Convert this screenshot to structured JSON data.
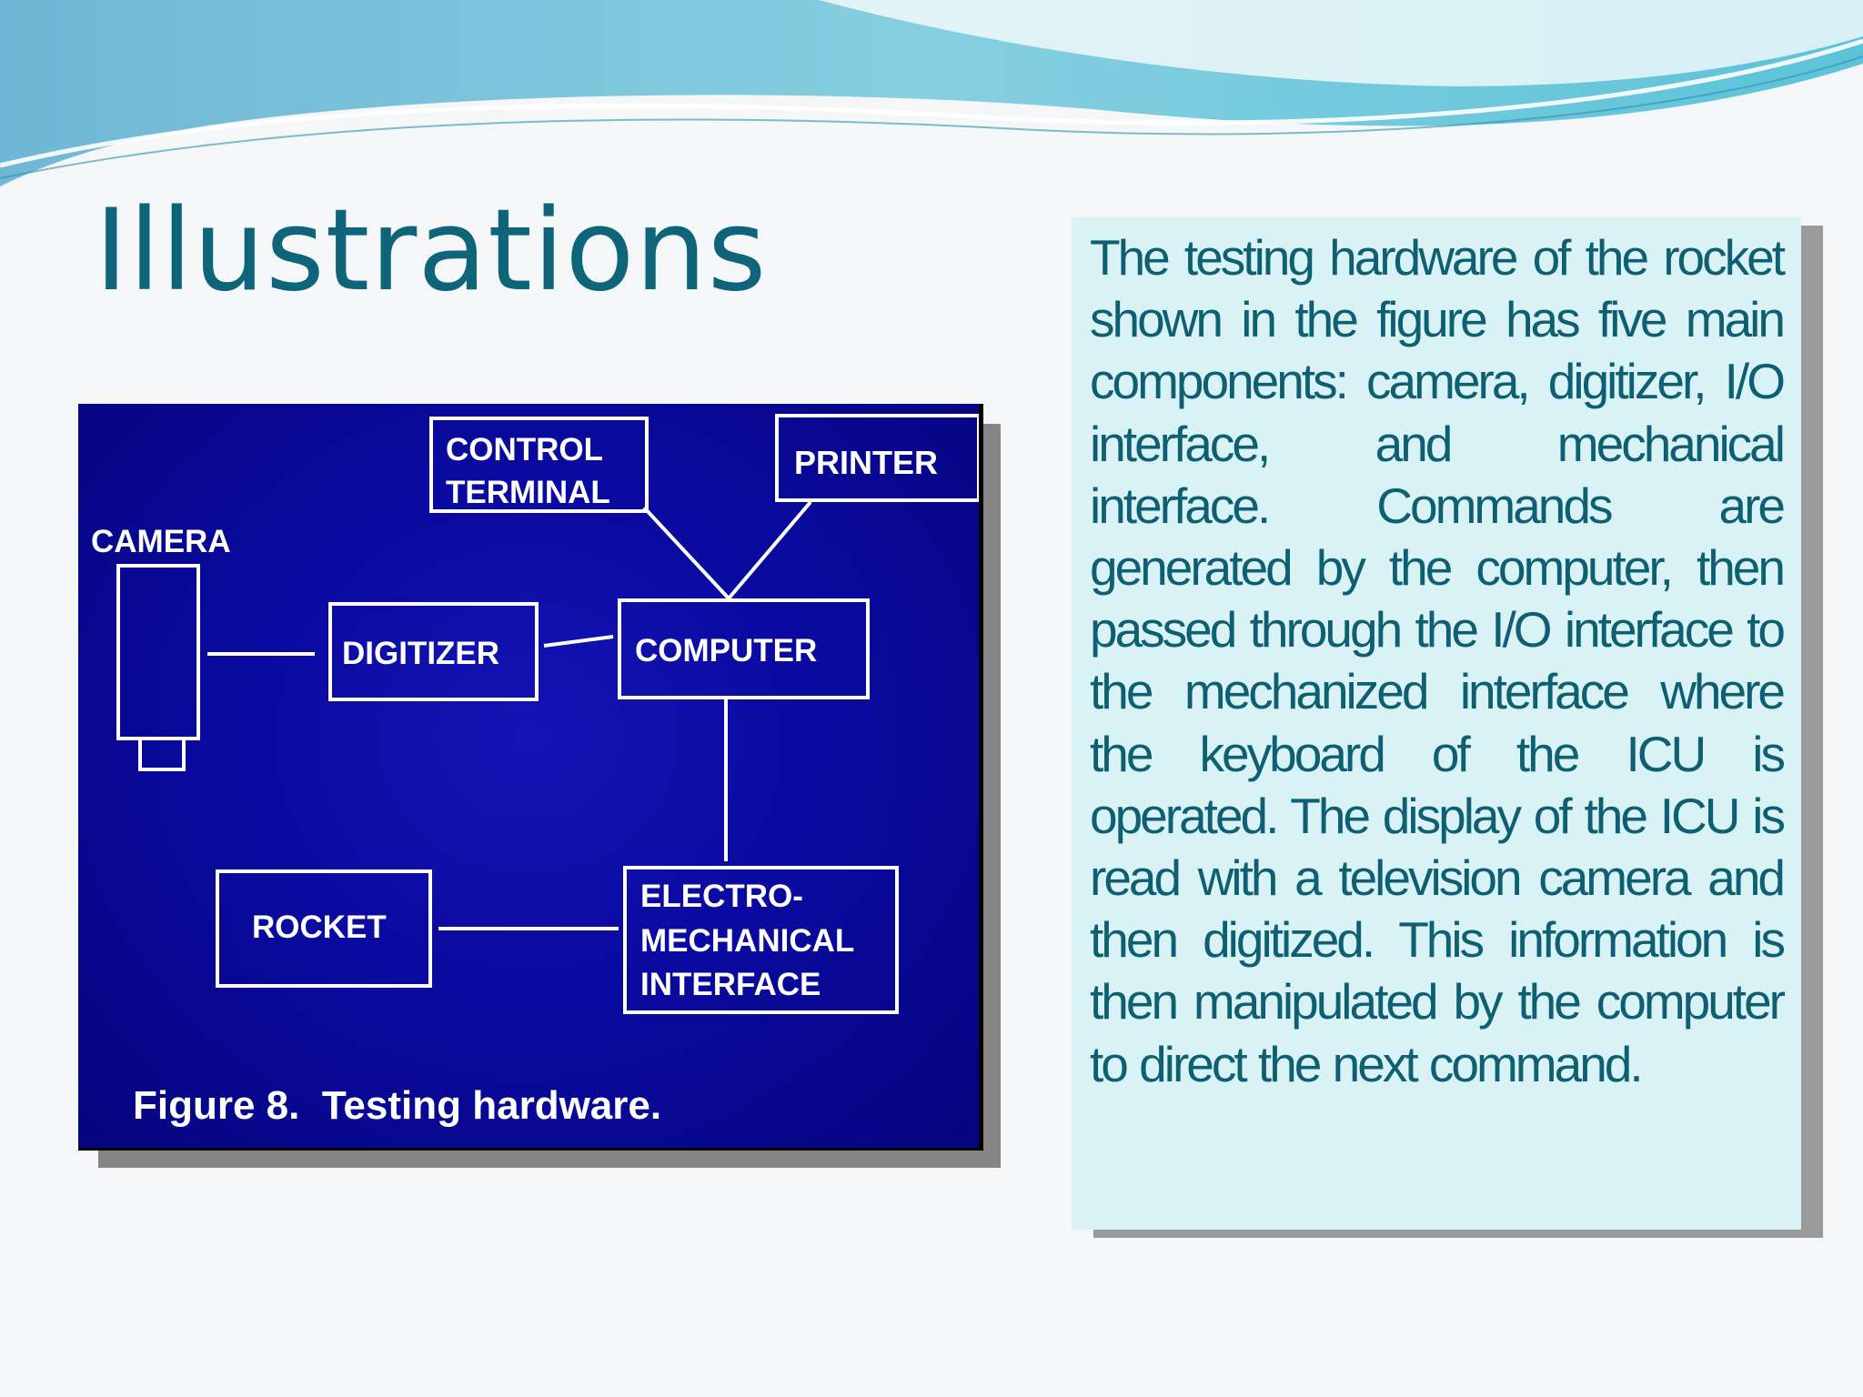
{
  "slide": {
    "title": "Illustrations",
    "body": "The testing hardware of the rocket shown in the figure has five main components: camera, digitizer, I/O interface, and mechanical interface. Commands are generated by the computer, then passed through the I/O interface to the mechanized interface where the keyboard of the ICU is operated. The display of the ICU is read with a television camera and then digitized. This information is then manipulated by the computer to direct the next command."
  },
  "figure": {
    "caption": "Figure 8.  Testing hardware.",
    "nodes": {
      "control_terminal": [
        "CONTROL",
        "TERMINAL"
      ],
      "printer": "PRINTER",
      "camera": "CAMERA",
      "digitizer": "DIGITIZER",
      "computer": "COMPUTER",
      "rocket": "ROCKET",
      "em_interface": [
        "ELECTRO-",
        "MECHANICAL",
        "INTERFACE"
      ]
    }
  },
  "colors": {
    "title": "#0e6479",
    "figure_background": "#0a0aa0",
    "text_box_background": "#d8f2f6",
    "body_text": "#0e5f72"
  }
}
